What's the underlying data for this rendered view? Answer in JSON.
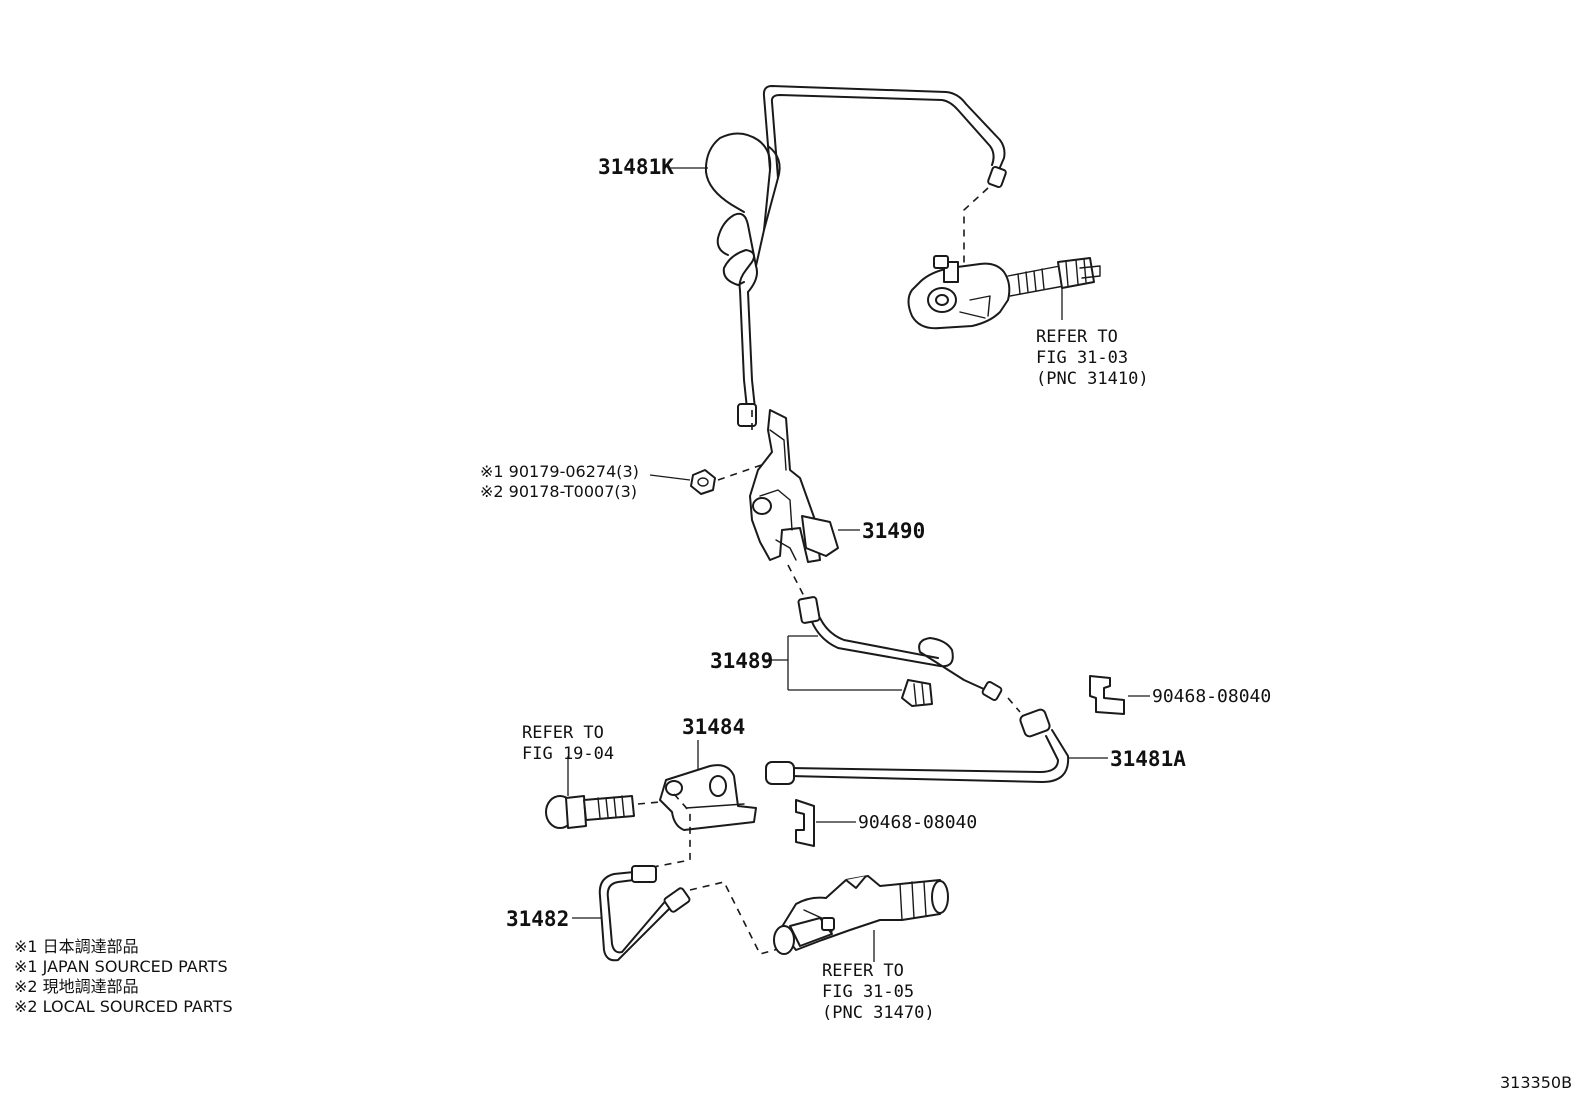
{
  "callouts": {
    "p31481K": "31481K",
    "p31490": "31490",
    "p31489": "31489",
    "p31484": "31484",
    "p31481A": "31481A",
    "p31482": "31482",
    "p90468_top": "90468-08040",
    "p90468_mid": "90468-08040",
    "bolt_1": "※1  90179-06274(3)",
    "bolt_2": "※2  90178-T0007(3)"
  },
  "references": {
    "master_cyl": [
      "REFER TO",
      "FIG 31-03",
      "(PNC 31410)"
    ],
    "bolt": [
      "REFER TO",
      "FIG 19-04"
    ],
    "release_cyl": [
      "REFER TO",
      "FIG 31-05",
      "(PNC 31470)"
    ]
  },
  "notes": [
    "※1  日本調達部品",
    "※1  JAPAN SOURCED PARTS",
    "※2  現地調達部品",
    "※2  LOCAL SOURCED PARTS"
  ],
  "diagram_code": "313350B"
}
